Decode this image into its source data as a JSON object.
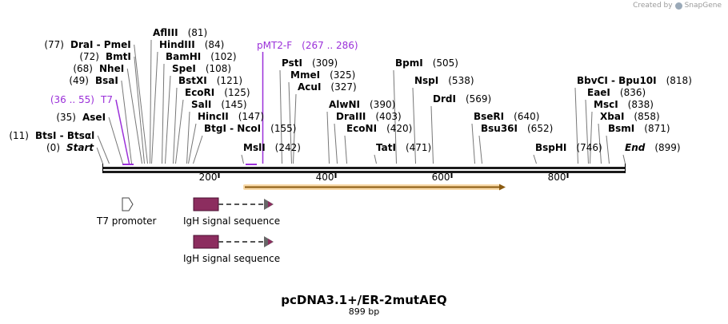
{
  "credit": {
    "prefix": "Created by",
    "brand": "SnapGene",
    "icon": "snapgene-logo-icon"
  },
  "plasmid": {
    "name": "pcDNA3.1+/ER-2mutAEQ",
    "length_label": "899 bp",
    "length": 899
  },
  "ruler": {
    "ticks": [
      200,
      400,
      600,
      800
    ]
  },
  "sites": [
    {
      "id": "btsI",
      "text": "BtsI - Btsαl",
      "pos": "(11)",
      "site": 11,
      "labelY": 174,
      "style": "bold"
    },
    {
      "id": "start",
      "text": "Start",
      "pos": "(0)",
      "site": 0,
      "labelY": 189,
      "style": "italic"
    },
    {
      "id": "aseI",
      "text": "AseI",
      "pos": "(35)",
      "site": 35,
      "labelY": 151,
      "style": "bold"
    },
    {
      "id": "t7",
      "text": "T7",
      "pos": "(36 .. 55)",
      "site": 45,
      "labelY": 129,
      "style": "primer"
    },
    {
      "id": "bsaI",
      "text": "BsaI",
      "pos": "(49)",
      "site": 49,
      "labelY": 105,
      "style": "bold"
    },
    {
      "id": "nheI",
      "text": "NheI",
      "pos": "(68)",
      "site": 68,
      "labelY": 90,
      "style": "bold"
    },
    {
      "id": "bmtI",
      "text": "BmtI",
      "pos": "(72)",
      "site": 72,
      "labelY": 75,
      "style": "bold"
    },
    {
      "id": "draI",
      "text": "DraI - PmeI",
      "pos": "(77)",
      "site": 77,
      "labelY": 60,
      "style": "bold"
    },
    {
      "id": "aflIII",
      "text": "AflIII",
      "pos": "(81)",
      "site": 81,
      "labelY": 45,
      "style": "bold"
    },
    {
      "id": "hindIII",
      "text": "HindIII",
      "pos": "(84)",
      "site": 84,
      "labelY": 60,
      "style": "bold"
    },
    {
      "id": "bamHI",
      "text": "BamHI",
      "pos": "(102)",
      "site": 102,
      "labelY": 75,
      "style": "bold"
    },
    {
      "id": "speI",
      "text": "SpeI",
      "pos": "(108)",
      "site": 108,
      "labelY": 90,
      "style": "bold"
    },
    {
      "id": "bstXI",
      "text": "BstXI",
      "pos": "(121)",
      "site": 121,
      "labelY": 105,
      "style": "bold"
    },
    {
      "id": "ecoRI",
      "text": "EcoRI",
      "pos": "(125)",
      "site": 125,
      "labelY": 120,
      "style": "bold"
    },
    {
      "id": "salI",
      "text": "SalI",
      "pos": "(145)",
      "site": 145,
      "labelY": 135,
      "style": "bold"
    },
    {
      "id": "hincII",
      "text": "HincII",
      "pos": "(147)",
      "site": 147,
      "labelY": 150,
      "style": "bold"
    },
    {
      "id": "btgI",
      "text": "BtgI - NcoI",
      "pos": "(155)",
      "site": 155,
      "labelY": 165,
      "style": "bold"
    },
    {
      "id": "mslI",
      "text": "MslI",
      "pos": "(242)",
      "site": 242,
      "labelY": 189,
      "style": "bold"
    },
    {
      "id": "pmt2f",
      "text": "pMT2-F",
      "pos": "(267 .. 286)",
      "site": 276,
      "labelY": 61,
      "style": "primer"
    },
    {
      "id": "pstI",
      "text": "PstI",
      "pos": "(309)",
      "site": 309,
      "labelY": 83,
      "style": "bold"
    },
    {
      "id": "mmeI",
      "text": "MmeI",
      "pos": "(325)",
      "site": 325,
      "labelY": 98,
      "style": "bold"
    },
    {
      "id": "acuI",
      "text": "AcuI",
      "pos": "(327)",
      "site": 327,
      "labelY": 113,
      "style": "bold"
    },
    {
      "id": "alwNI",
      "text": "AlwNI",
      "pos": "(390)",
      "site": 390,
      "labelY": 135,
      "style": "bold"
    },
    {
      "id": "draIII",
      "text": "DraIII",
      "pos": "(403)",
      "site": 403,
      "labelY": 150,
      "style": "bold"
    },
    {
      "id": "ecoNI",
      "text": "EcoNI",
      "pos": "(420)",
      "site": 420,
      "labelY": 165,
      "style": "bold"
    },
    {
      "id": "tatI",
      "text": "TatI",
      "pos": "(471)",
      "site": 471,
      "labelY": 189,
      "style": "bold"
    },
    {
      "id": "bpmI",
      "text": "BpmI",
      "pos": "(505)",
      "site": 505,
      "labelY": 83,
      "style": "bold"
    },
    {
      "id": "nspI",
      "text": "NspI",
      "pos": "(538)",
      "site": 538,
      "labelY": 105,
      "style": "bold"
    },
    {
      "id": "drdI",
      "text": "DrdI",
      "pos": "(569)",
      "site": 569,
      "labelY": 128,
      "style": "bold"
    },
    {
      "id": "bseRI",
      "text": "BseRI",
      "pos": "(640)",
      "site": 640,
      "labelY": 150,
      "style": "bold"
    },
    {
      "id": "bsu36I",
      "text": "Bsu36I",
      "pos": "(652)",
      "site": 652,
      "labelY": 165,
      "style": "bold"
    },
    {
      "id": "bspHI",
      "text": "BspHI",
      "pos": "(746)",
      "site": 746,
      "labelY": 189,
      "style": "bold"
    },
    {
      "id": "bbvCI",
      "text": "BbvCI - Bpu10I",
      "pos": "(818)",
      "site": 818,
      "labelY": 105,
      "style": "bold"
    },
    {
      "id": "eaeI",
      "text": "EaeI",
      "pos": "(836)",
      "site": 836,
      "labelY": 120,
      "style": "bold"
    },
    {
      "id": "mscI",
      "text": "MscI",
      "pos": "(838)",
      "site": 838,
      "labelY": 135,
      "style": "bold"
    },
    {
      "id": "xbaI",
      "text": "XbaI",
      "pos": "(858)",
      "site": 858,
      "labelY": 150,
      "style": "bold"
    },
    {
      "id": "bsmI",
      "text": "BsmI",
      "pos": "(871)",
      "site": 871,
      "labelY": 165,
      "style": "bold"
    },
    {
      "id": "end",
      "text": "End",
      "pos": "(899)",
      "site": 899,
      "labelY": 189,
      "style": "italic"
    }
  ],
  "features": [
    {
      "id": "t7-promoter",
      "label": "T7 promoter",
      "icon": "promoter-arrow-icon",
      "color": "#ffffff"
    },
    {
      "id": "igh-1",
      "label": "IgH signal sequence",
      "icon": "signal-sequence-icon",
      "color": "#8c2d5f"
    },
    {
      "id": "igh-2",
      "label": "IgH signal sequence",
      "icon": "signal-sequence-icon",
      "color": "#8c2d5f"
    }
  ],
  "orf": {
    "color": "#f0a030"
  }
}
